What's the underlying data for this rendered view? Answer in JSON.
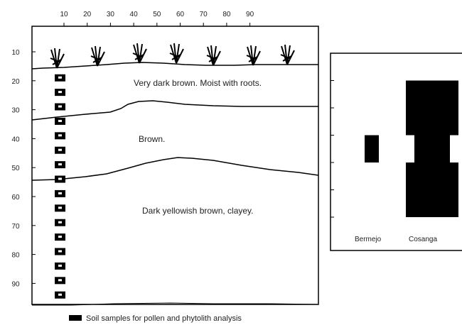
{
  "profile": {
    "top_ticks": [
      "10",
      "20",
      "30",
      "40",
      "50",
      "60",
      "70",
      "80",
      "90"
    ],
    "depth_ticks": [
      "10",
      "20",
      "30",
      "40",
      "50",
      "60",
      "70",
      "80",
      "90"
    ],
    "layers": [
      {
        "label": "Very dark brown. Moist with roots."
      },
      {
        "label": "Brown."
      },
      {
        "label": "Dark yellowish brown, clayey."
      }
    ],
    "plant_count": 7
  },
  "samples": {
    "count": 16,
    "top_depth": 19,
    "bottom_depth": 94,
    "legend": "Soil samples for pollen and phytolith analysis"
  },
  "side_chart": {
    "categories": [
      "Bermejo",
      "Cosanga"
    ],
    "bars": [
      {
        "name": "Bermejo",
        "ranges": [
          [
            40,
            50
          ]
        ],
        "widthClass": "narrow"
      },
      {
        "name": "Cosanga",
        "ranges": [
          [
            20,
            40
          ],
          [
            40,
            50
          ],
          [
            50,
            70
          ]
        ],
        "widthClass": "stepped"
      }
    ],
    "ylim": [
      10,
      80
    ]
  },
  "colors": {
    "ink": "#000000",
    "background": "#ffffff"
  }
}
